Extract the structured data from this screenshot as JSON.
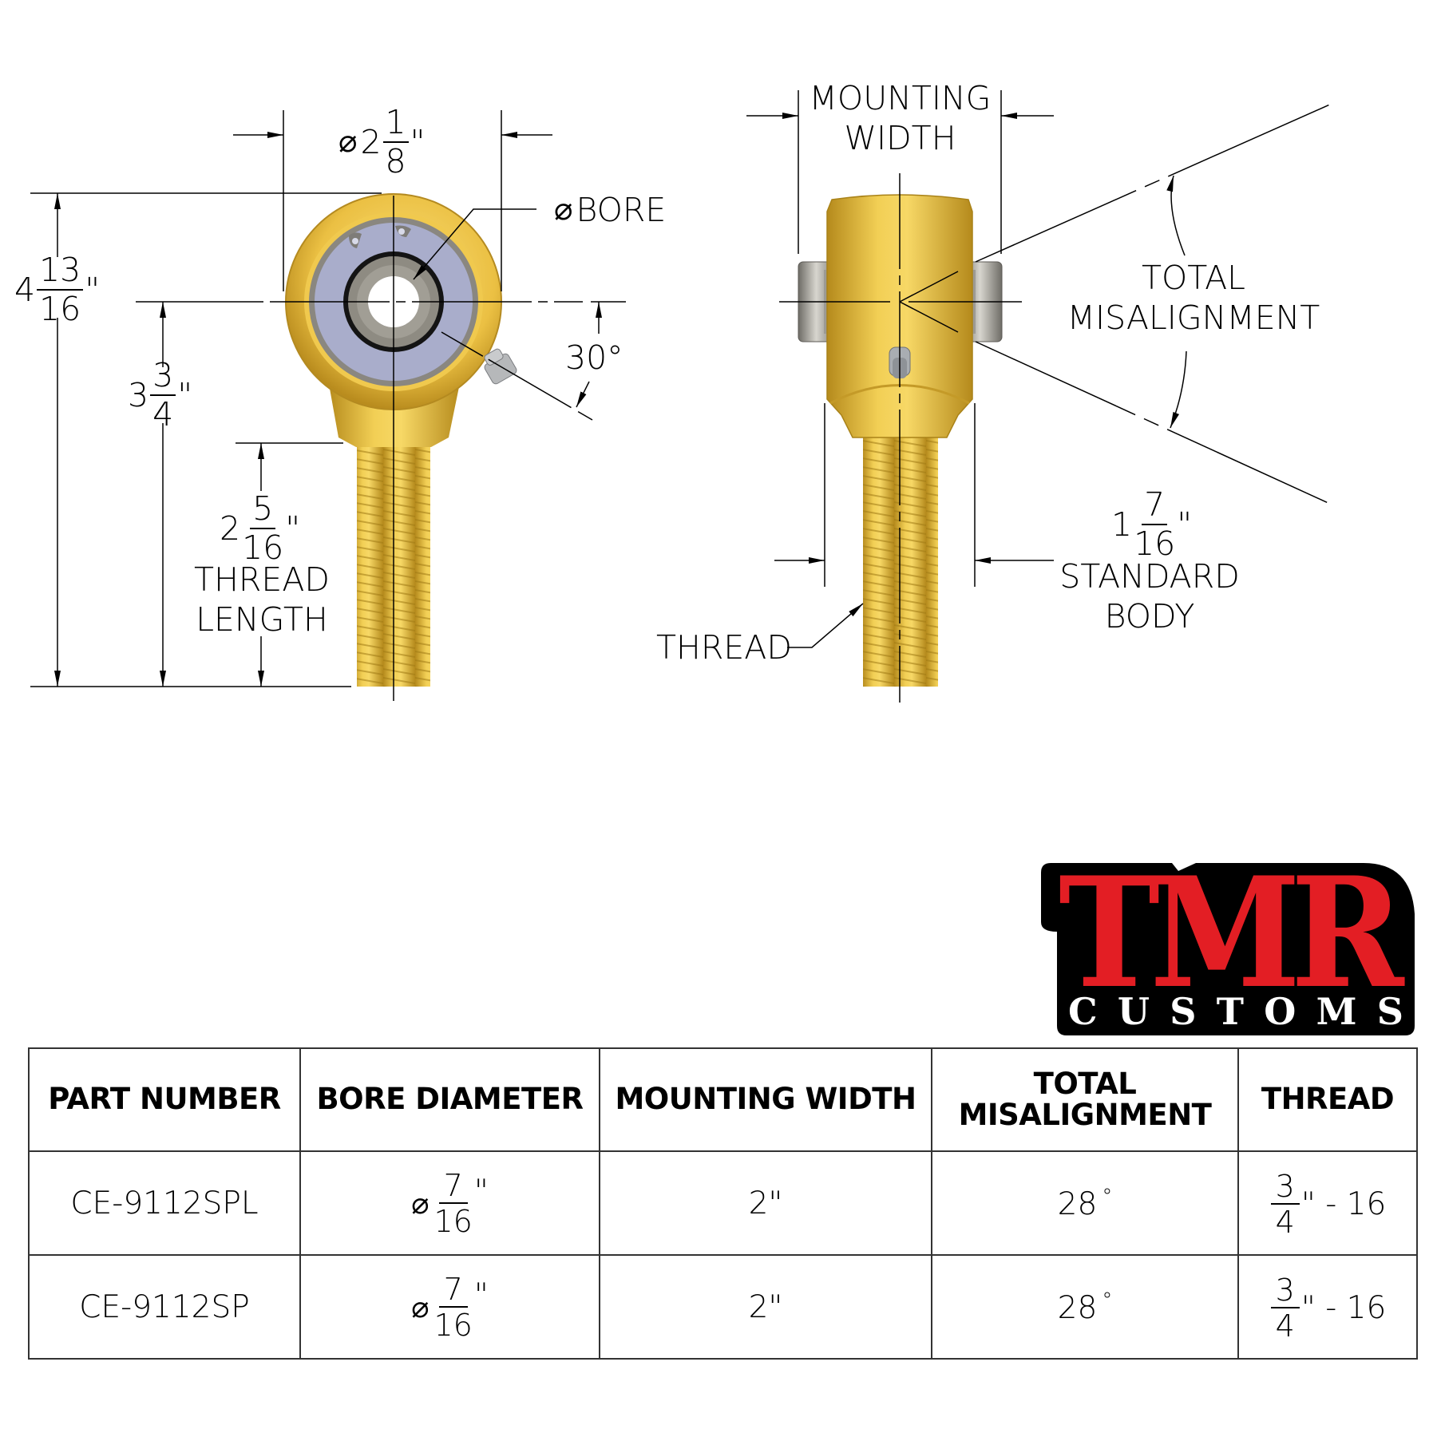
{
  "drawing": {
    "left_view": {
      "head_diameter": {
        "symbol": "⌀",
        "whole": "2",
        "num": "1",
        "den": "8",
        "unit": "\""
      },
      "bore_label": {
        "symbol": "⌀",
        "text": "BORE"
      },
      "overall_length": {
        "whole": "4",
        "num": "13",
        "den": "16",
        "unit": "\""
      },
      "center_to_end": {
        "whole": "3",
        "num": "3",
        "den": "4",
        "unit": "\""
      },
      "grease_angle": "30°",
      "thread_length": {
        "whole": "2",
        "num": "5",
        "den": "16",
        "unit": "\"",
        "caption_line1": "THREAD",
        "caption_line2": "LENGTH"
      }
    },
    "right_view": {
      "mounting_width_line1": "MOUNTING",
      "mounting_width_line2": "WIDTH",
      "misalignment_line1": "TOTAL",
      "misalignment_line2": "MISALIGNMENT",
      "body_width": {
        "whole": "1",
        "num": "7",
        "den": "16",
        "unit": "\"",
        "caption_line1": "STANDARD",
        "caption_line2": "BODY"
      },
      "thread_label": "THREAD"
    },
    "colors": {
      "body_gold": "#E2B43A",
      "body_gold_light": "#F7D866",
      "body_gold_dark": "#B58A1C",
      "race_lavender": "#A9ADCB",
      "ball_gray": "#8C8A82",
      "spacer_gray": "#8A8780"
    }
  },
  "logo": {
    "main": "TMR",
    "sub": "CUSTOMS",
    "colors": {
      "red": "#E31E24",
      "black": "#000000",
      "white": "#FFFFFF"
    }
  },
  "table": {
    "headers": [
      "PART NUMBER",
      "BORE DIAMETER",
      "MOUNTING WIDTH",
      "TOTAL MISALIGNMENT",
      "THREAD"
    ],
    "header_lines": {
      "misalignment_line1": "TOTAL",
      "misalignment_line2": "MISALIGNMENT"
    },
    "rows": [
      {
        "part_number": "CE-9112SPL",
        "bore": {
          "symbol": "⌀",
          "num": "7",
          "den": "16",
          "unit": "\""
        },
        "mounting_width": "2\"",
        "misalignment": "28",
        "misalignment_unit": "°",
        "thread": {
          "num": "3",
          "den": "4",
          "unit": "\"",
          "pitch": " - 16"
        }
      },
      {
        "part_number": "CE-9112SP",
        "bore": {
          "symbol": "⌀",
          "num": "7",
          "den": "16",
          "unit": "\""
        },
        "mounting_width": "2\"",
        "misalignment": "28",
        "misalignment_unit": "°",
        "thread": {
          "num": "3",
          "den": "4",
          "unit": "\"",
          "pitch": " - 16"
        }
      }
    ]
  }
}
